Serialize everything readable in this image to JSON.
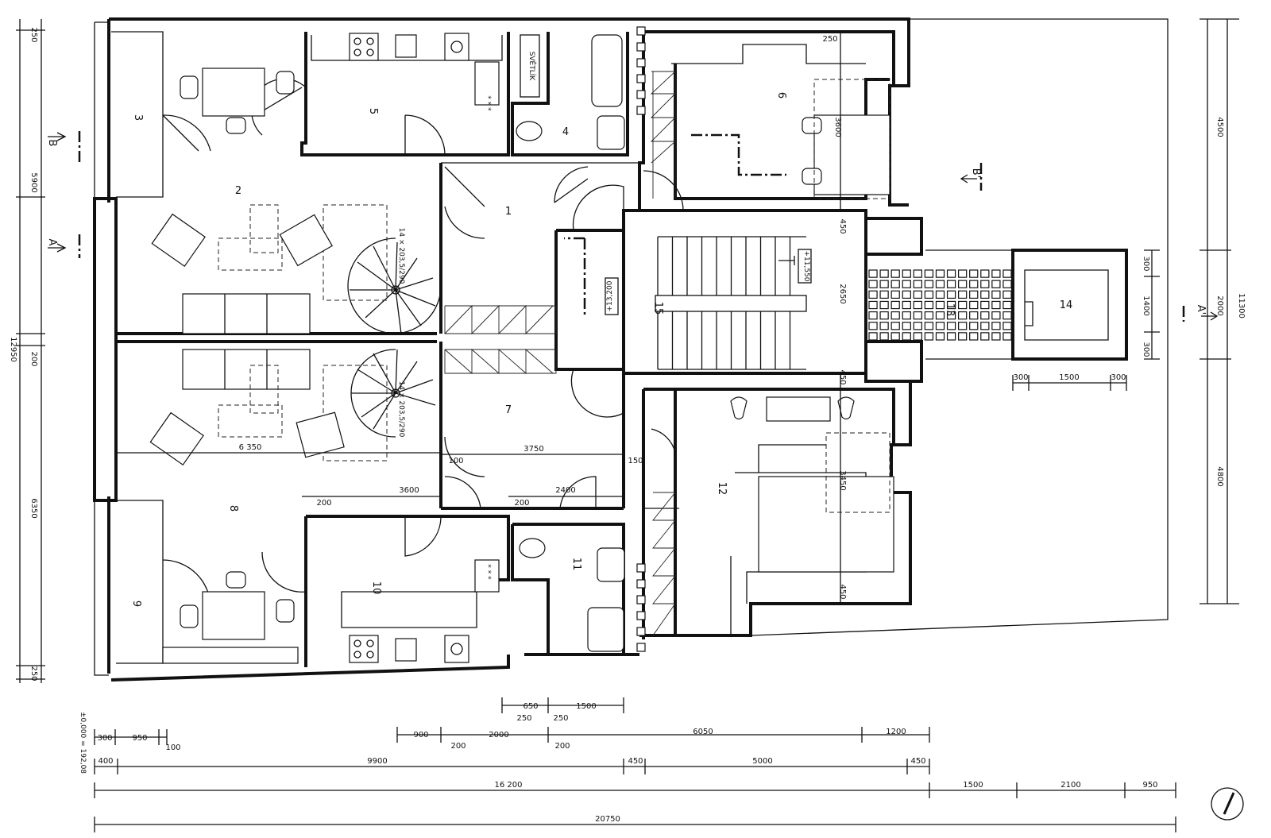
{
  "rooms": {
    "r1": "1",
    "r2": "2",
    "r3": "3",
    "r4": "4",
    "r5": "5",
    "r6": "6",
    "r7": "7",
    "r8": "8",
    "r9": "9",
    "r10": "10",
    "r11": "11",
    "r12": "12",
    "r13": "13",
    "r14": "14",
    "r15": "15"
  },
  "labels": {
    "svetlik": "SVĚTLÍK",
    "stair_upper": "14 × 203,5/290",
    "stair_lower": "14 × 203,5/290",
    "level_1155": "+11,550",
    "level_1320": "+13,200",
    "level_ref": "±0,000 = 192,08",
    "stars": "* * *"
  },
  "sections": {
    "a_left": "A",
    "a_right": "A'",
    "b_left": "B",
    "b_right": "B'"
  },
  "dims_left": [
    "250",
    "5900",
    "200",
    "6350",
    "250",
    "12950"
  ],
  "dims_right": [
    "4500",
    "2000",
    "4800",
    "11300"
  ],
  "dims_elevator_v": [
    "300",
    "1400",
    "300"
  ],
  "dims_elevator_h": [
    "300",
    "1500",
    "300"
  ],
  "dims_inner": {
    "d6350": "6 350",
    "d3750": "3750",
    "d100": "100",
    "d150": "150",
    "d200a": "200",
    "d3600": "3600",
    "d200b": "200",
    "d2400": "2400",
    "d250r6": "250",
    "d3600r6": "3600",
    "d450a": "450",
    "d2650": "2650",
    "d450b": "450",
    "d3450": "3450",
    "d450c": "450"
  },
  "dims_bottom": {
    "row1": [
      "650",
      "1500"
    ],
    "row1b": [
      "250",
      "250"
    ],
    "row2": [
      "900",
      "2000",
      "6050",
      "1200"
    ],
    "row2b": [
      "200",
      "200"
    ],
    "row3a": [
      "300",
      "950",
      "100"
    ],
    "row3": [
      "400",
      "9900",
      "450",
      "5000",
      "450"
    ],
    "row4": [
      "16 200",
      "1500",
      "2100",
      "950"
    ],
    "row5": [
      "20750"
    ]
  }
}
